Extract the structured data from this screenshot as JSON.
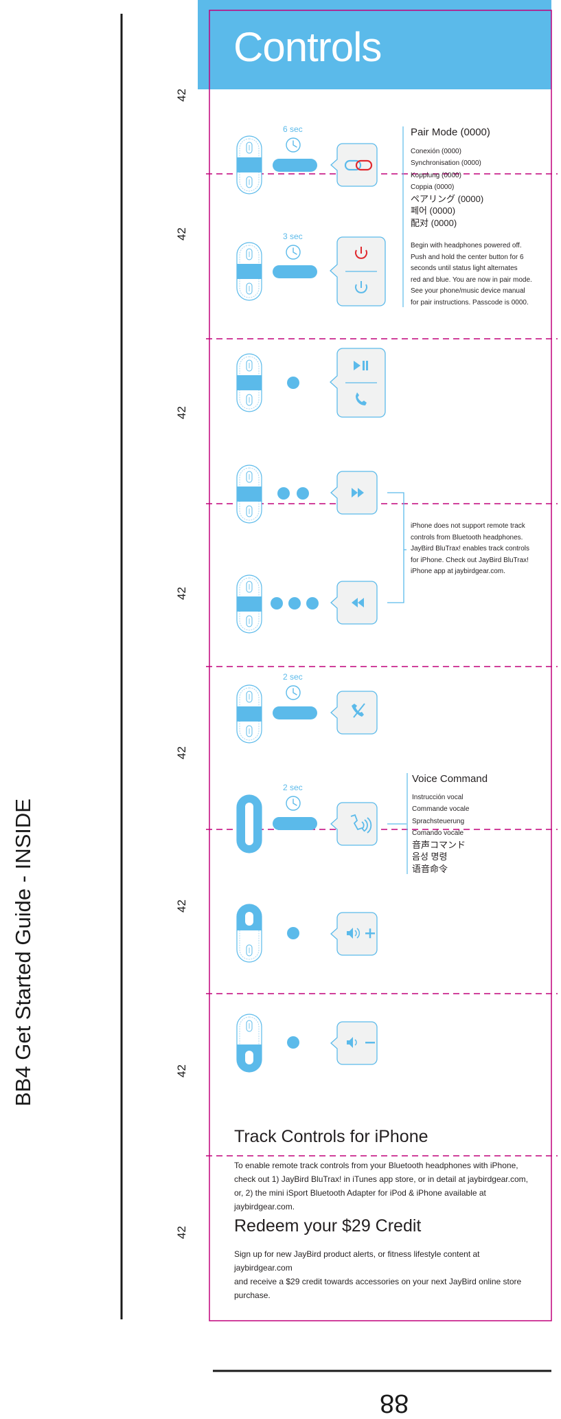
{
  "doc": {
    "spine_title": "BB4 Get Started Guide - INSIDE",
    "margin_numbers": [
      "42",
      "42",
      "42",
      "42",
      "42",
      "42",
      "42",
      "42"
    ],
    "page_number": "88"
  },
  "header": {
    "title": "Controls",
    "color": "#5bbaea"
  },
  "timers": {
    "six": "6 sec",
    "three": "3 sec",
    "two_a": "2 sec",
    "two_b": "2 sec"
  },
  "pair_mode": {
    "heading": "Pair Mode (0000)",
    "translations": [
      "Conexión (0000)",
      "Synchronisation (0000)",
      "Kopplung (0000)",
      "Coppia (0000)"
    ],
    "cjk": [
      "ペアリング (0000)",
      "페어 (0000)",
      "配对 (0000)"
    ],
    "description": [
      "Begin with headphones powered off.",
      "Push and hold the center button for 6",
      "seconds until status light alternates",
      "red and blue. You are now in pair mode.",
      "See your phone/music device manual",
      "for pair instructions. Passcode is 0000."
    ]
  },
  "iphone_note": [
    "iPhone does not support remote track",
    "controls from Bluetooth headphones.",
    "JayBird BluTrax! enables track controls",
    "for iPhone. Check out JayBird BluTrax!",
    "iPhone app at jaybirdgear.com."
  ],
  "voice_command": {
    "heading": "Voice Command",
    "translations": [
      "Instrucción vocal",
      "Commande vocale",
      "Sprachsteuerung",
      "Comando vocale"
    ],
    "cjk": [
      "音声コマンド",
      "음성 명령",
      "语音命令"
    ]
  },
  "icons": {
    "pair": "pair-link-icon",
    "power_on": "power-icon",
    "power_off": "power-off-icon",
    "play_pause": "play-pause-icon",
    "call": "phone-icon",
    "fast_forward": "fast-forward-icon",
    "rewind": "rewind-icon",
    "end_call": "end-call-icon",
    "voice": "voice-command-icon",
    "vol_up": "volume-up-icon",
    "vol_down": "volume-down-icon",
    "clock": "clock-icon"
  },
  "track_controls": {
    "title": "Track Controls for iPhone",
    "lines": [
      "To enable remote track controls from your Bluetooth headphones with iPhone,",
      "check out 1) JayBird BluTrax! in iTunes app store, or in detail at jaybirdgear.com,",
      "or, 2) the mini iSport Bluetooth Adapter for iPod & iPhone available at jaybirdgear.com."
    ]
  },
  "redeem": {
    "title": "Redeem your $29 Credit",
    "lines": [
      "Sign up for new JayBird product alerts, or fitness lifestyle content at jaybirdgear.com",
      "and receive a $29 credit towards accessories on your next JayBird online store purchase."
    ]
  },
  "colors": {
    "blue": "#5bbaea",
    "light_blue": "#a8d8f2",
    "magenta": "#c1007a",
    "red": "#e0282e"
  }
}
